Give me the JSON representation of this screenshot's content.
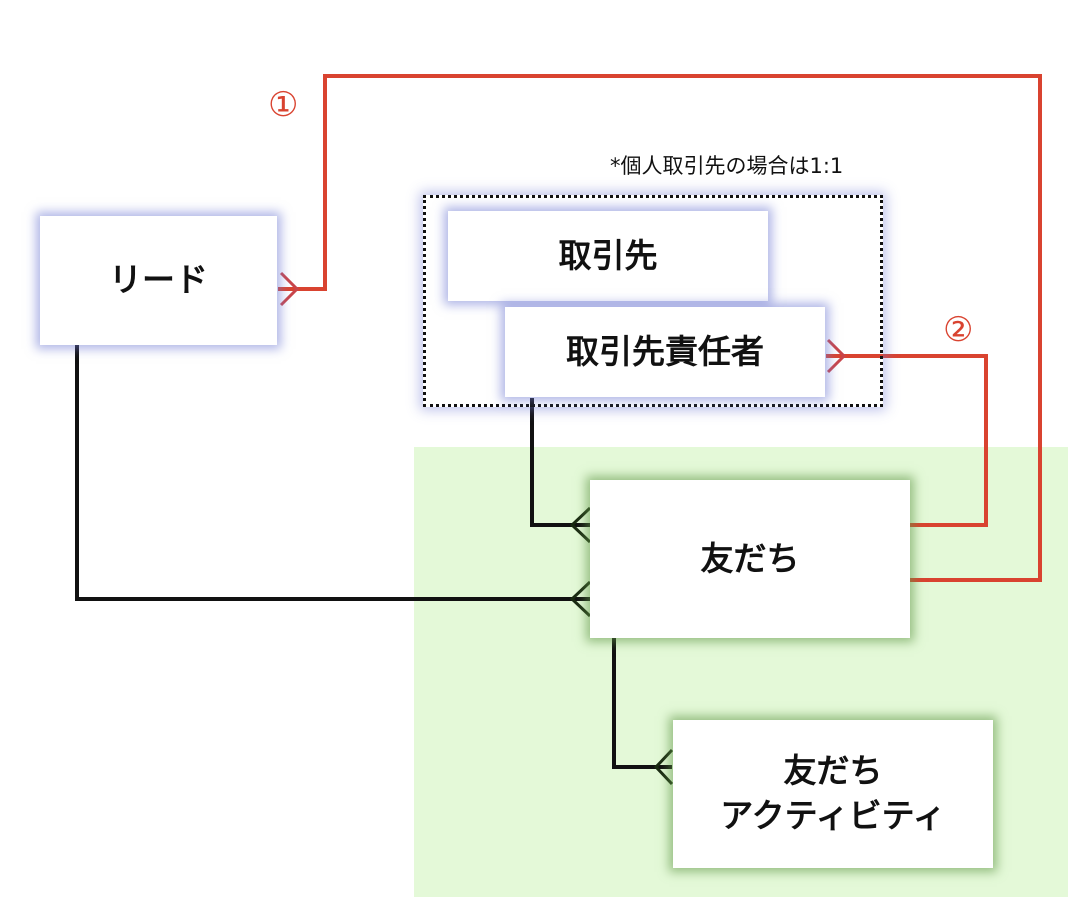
{
  "diagram": {
    "title": "",
    "colors": {
      "relation_red": "#d94330",
      "relation_black": "#111111",
      "zone_green": "#e4f9d8",
      "glow_blue": "#6e78d2",
      "glow_green": "#5f9646"
    },
    "entities": {
      "lead": "リード",
      "account": "取引先",
      "contact": "取引先責任者",
      "friend": "友だち",
      "friend_activity_line1": "友だち",
      "friend_activity_line2": "アクティビティ"
    },
    "group_note": "*個人取引先の場合は1:1",
    "markers": {
      "one": "①",
      "two": "②"
    },
    "relations": [
      {
        "from": "リード",
        "to": "友だち",
        "type": "one-to-many",
        "color": "black"
      },
      {
        "from": "取引先責任者",
        "to": "友だち",
        "type": "one-to-many",
        "color": "black"
      },
      {
        "from": "友だち",
        "to": "友だちアクティビティ",
        "type": "one-to-many",
        "color": "black"
      },
      {
        "from": "友だち",
        "to": "リード",
        "type": "lookup",
        "marker": "①",
        "color": "red"
      },
      {
        "from": "友だち",
        "to": "取引先責任者",
        "type": "lookup",
        "marker": "②",
        "color": "red"
      }
    ]
  }
}
